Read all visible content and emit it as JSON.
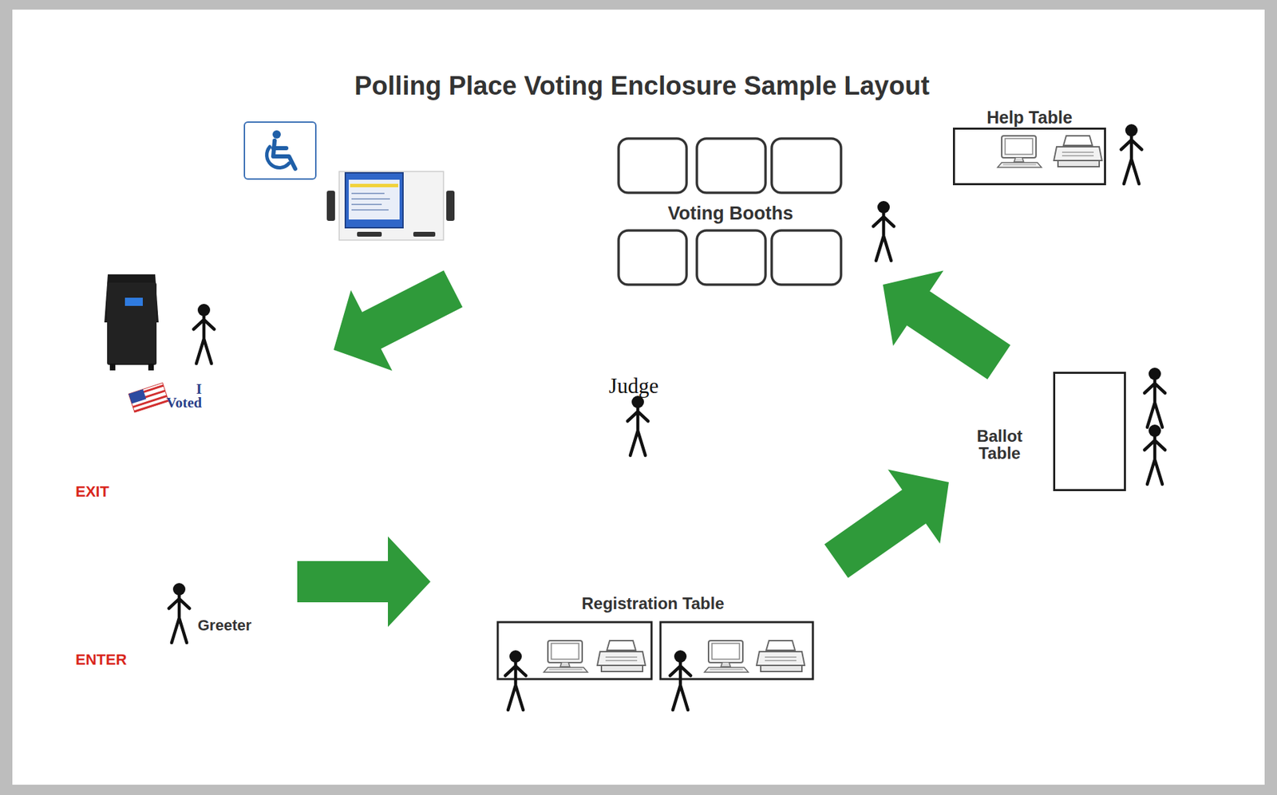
{
  "diagram": {
    "title": "Polling Place Voting Enclosure Sample Layout",
    "nodes": [
      {
        "text": [
          "Help Table"
        ]
      },
      {
        "text": [
          "Ballot Table"
        ]
      }
    ],
    "labels": [
      "Voting Booths",
      "I Voted",
      "Judge",
      "EXIT",
      "Greeter",
      "ENTER",
      "Registration Table"
    ]
  }
}
